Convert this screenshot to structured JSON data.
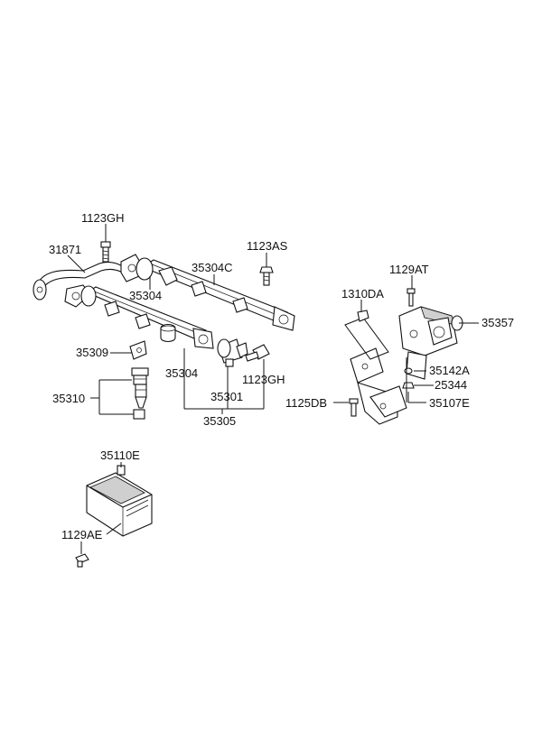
{
  "diagram": {
    "colors": {
      "line": "#111111",
      "background": "#ffffff",
      "shade": "#cfcfcf"
    },
    "labels": {
      "p1123GH_top": "1123GH",
      "p31871": "31871",
      "p1123AS": "1123AS",
      "p35304C": "35304C",
      "p35304_upper": "35304",
      "p1129AT": "1129AT",
      "p1310DA": "1310DA",
      "p35357": "35357",
      "p35309": "35309",
      "p35304_lower": "35304",
      "p1123GH_mid": "1123GH",
      "p35310": "35310",
      "p35301": "35301",
      "p35305": "35305",
      "p35142A": "35142A",
      "p25344": "25344",
      "p1125DB": "1125DB",
      "p35107E": "35107E",
      "p35110E": "35110E",
      "p1129AE": "1129AE"
    }
  }
}
